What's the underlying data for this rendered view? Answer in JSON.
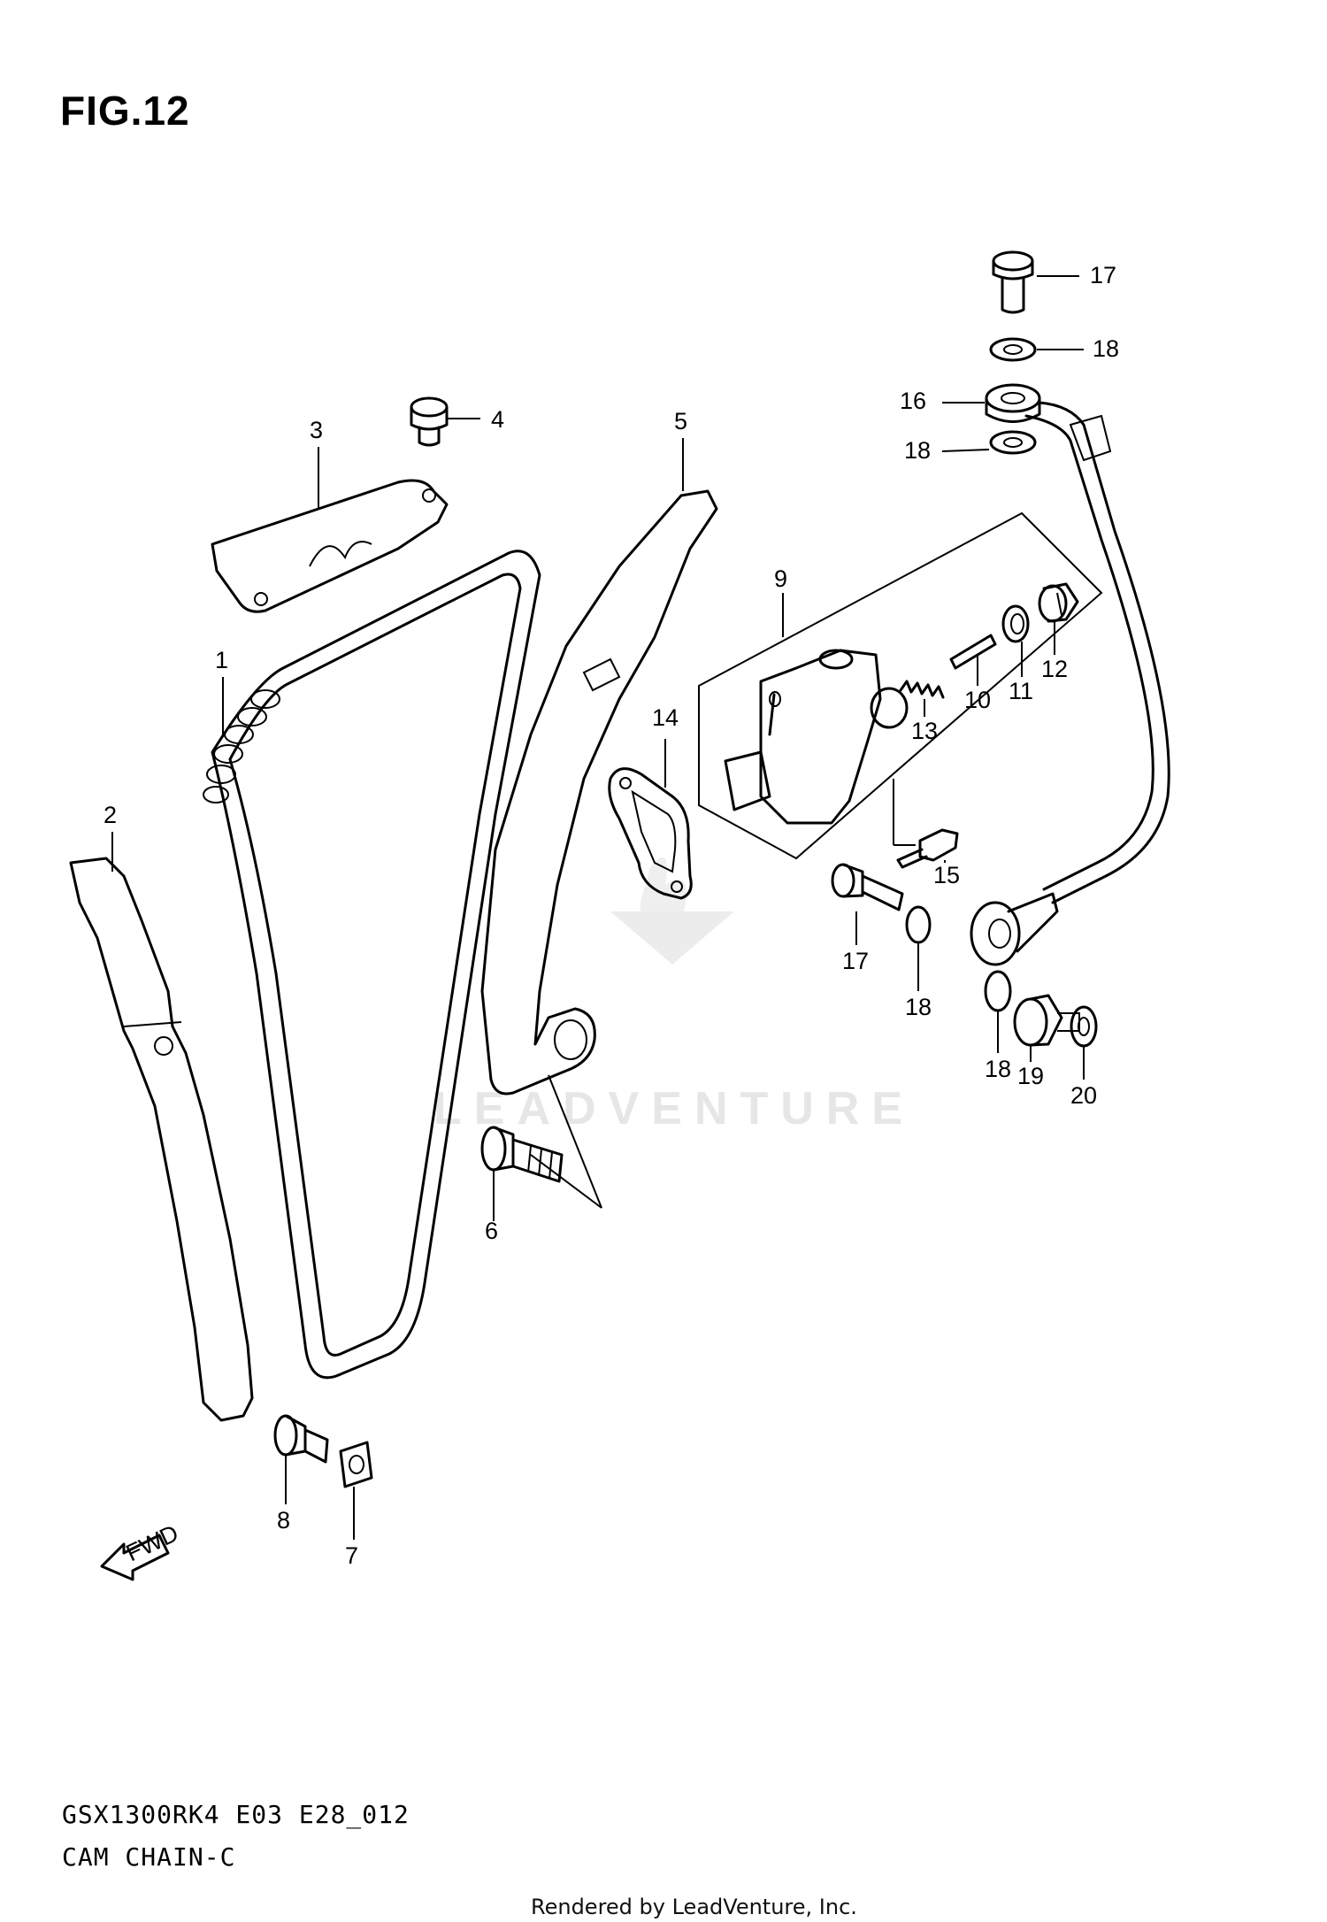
{
  "figure": {
    "title": "FIG.12",
    "model_code": "GSX1300RK4 E03 E28_012",
    "section_name": "CAM CHAIN-C",
    "render_credit": "Rendered by LeadVenture, Inc.",
    "watermark": "LEADVENTURE",
    "fwd_label": "FWD"
  },
  "callouts": {
    "c1": "1",
    "c2": "2",
    "c3": "3",
    "c4": "4",
    "c5": "5",
    "c6": "6",
    "c7": "7",
    "c8": "8",
    "c9": "9",
    "c10": "10",
    "c11": "11",
    "c12": "12",
    "c13": "13",
    "c14": "14",
    "c15": "15",
    "c16": "16",
    "c17a": "17",
    "c17b": "17",
    "c18a": "18",
    "c18b": "18",
    "c18c": "18",
    "c18d": "18",
    "c19": "19",
    "c20": "20"
  }
}
